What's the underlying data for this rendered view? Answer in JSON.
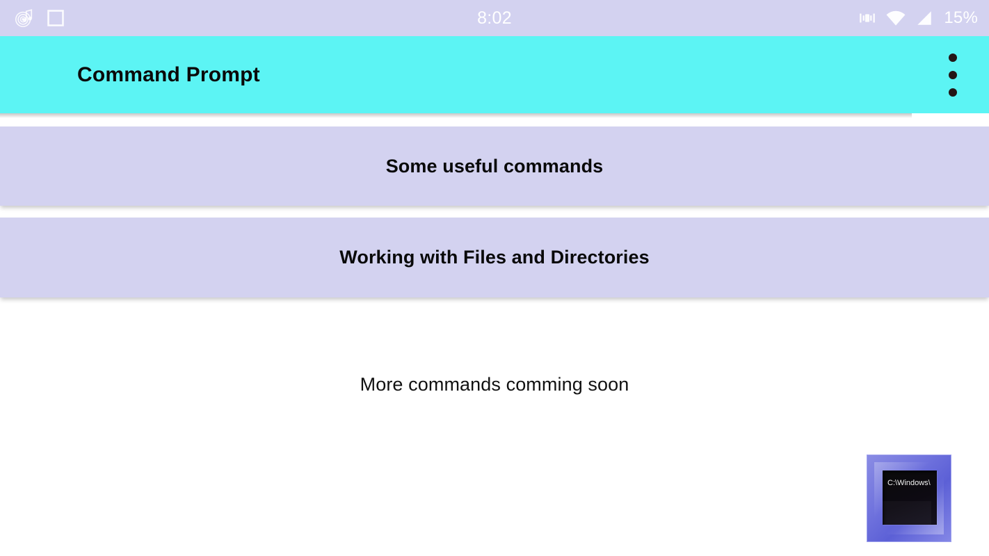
{
  "status_bar": {
    "time": "8:02",
    "battery_percent": "15%",
    "background_color": "#d3d2f0",
    "foreground_color": "#ffffff",
    "left_icons": [
      {
        "name": "music-notification-icon",
        "label": "music"
      },
      {
        "name": "app-notification-icon",
        "label": "square-app"
      }
    ],
    "right_icons": [
      {
        "name": "vibrate-icon",
        "label": "vibrate"
      },
      {
        "name": "wifi-icon",
        "label": "wifi"
      },
      {
        "name": "cellular-signal-icon",
        "label": "signal"
      }
    ]
  },
  "app_bar": {
    "title": "Command Prompt",
    "background_color": "#5cf4f4",
    "title_color": "#0a0a0a",
    "overflow_menu": {
      "name": "overflow-menu",
      "dots": 3,
      "dot_color": "#241616"
    }
  },
  "list": {
    "card_background": "#d3d2f0",
    "items": [
      {
        "label": "Some useful commands"
      },
      {
        "label": "Working with Files and Directories"
      }
    ]
  },
  "footer": {
    "note": "More commands comming soon"
  },
  "cmd_icon": {
    "name": "command-prompt-icon",
    "screen_text": "C:\\Windows\\",
    "frame_color": "#6f72dd",
    "screen_color": "#0a0a0a"
  }
}
